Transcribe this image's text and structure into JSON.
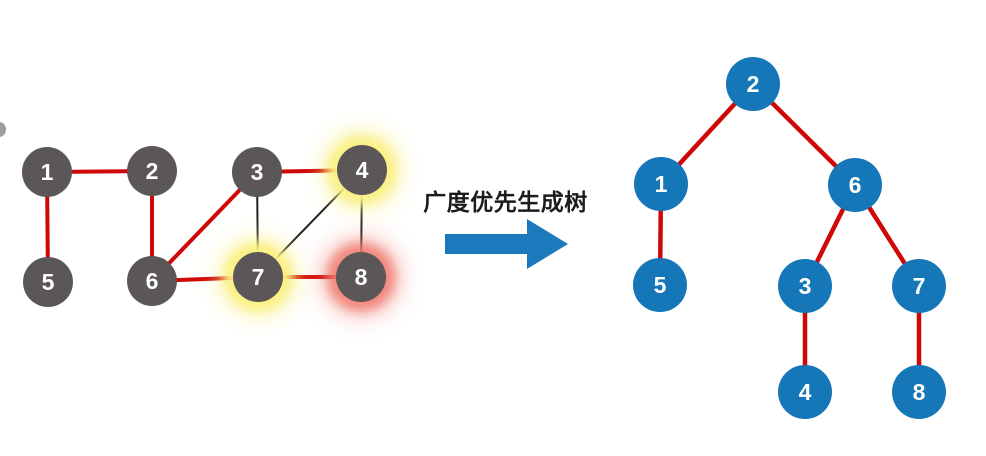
{
  "arrow": {
    "label": "广度优先生成树"
  },
  "colors": {
    "graph_node_fill": "#5b5758",
    "tree_node_fill": "#1577b7",
    "edge_red": "#cf0707",
    "edge_black": "#222222",
    "arrow_blue": "#1b7abc",
    "node_text": "#ffffff"
  },
  "graph": {
    "nodes": [
      {
        "id": "1",
        "label": "1",
        "glow": "none"
      },
      {
        "id": "2",
        "label": "2",
        "glow": "none"
      },
      {
        "id": "3",
        "label": "3",
        "glow": "none"
      },
      {
        "id": "4",
        "label": "4",
        "glow": "yellow"
      },
      {
        "id": "5",
        "label": "5",
        "glow": "none"
      },
      {
        "id": "6",
        "label": "6",
        "glow": "none"
      },
      {
        "id": "7",
        "label": "7",
        "glow": "yellow"
      },
      {
        "id": "8",
        "label": "8",
        "glow": "red"
      }
    ],
    "edges": [
      {
        "from": "1",
        "to": "2",
        "color": "red"
      },
      {
        "from": "1",
        "to": "5",
        "color": "red"
      },
      {
        "from": "2",
        "to": "6",
        "color": "red"
      },
      {
        "from": "3",
        "to": "4",
        "color": "red"
      },
      {
        "from": "3",
        "to": "6",
        "color": "red"
      },
      {
        "from": "3",
        "to": "7",
        "color": "black"
      },
      {
        "from": "4",
        "to": "7",
        "color": "black"
      },
      {
        "from": "4",
        "to": "8",
        "color": "black"
      },
      {
        "from": "6",
        "to": "7",
        "color": "red"
      },
      {
        "from": "7",
        "to": "8",
        "color": "red"
      }
    ]
  },
  "tree": {
    "nodes": [
      {
        "id": "2",
        "label": "2",
        "glow": "none"
      },
      {
        "id": "1",
        "label": "1",
        "glow": "none"
      },
      {
        "id": "6",
        "label": "6",
        "glow": "none"
      },
      {
        "id": "5",
        "label": "5",
        "glow": "none"
      },
      {
        "id": "3",
        "label": "3",
        "glow": "none"
      },
      {
        "id": "7",
        "label": "7",
        "glow": "none"
      },
      {
        "id": "4",
        "label": "4",
        "glow": "none"
      },
      {
        "id": "8",
        "label": "8",
        "glow": "none"
      }
    ],
    "edges": [
      {
        "from": "2",
        "to": "1",
        "color": "red"
      },
      {
        "from": "2",
        "to": "6",
        "color": "red"
      },
      {
        "from": "1",
        "to": "5",
        "color": "red"
      },
      {
        "from": "6",
        "to": "3",
        "color": "red"
      },
      {
        "from": "6",
        "to": "7",
        "color": "red"
      },
      {
        "from": "3",
        "to": "4",
        "color": "red"
      },
      {
        "from": "7",
        "to": "8",
        "color": "red"
      }
    ]
  }
}
